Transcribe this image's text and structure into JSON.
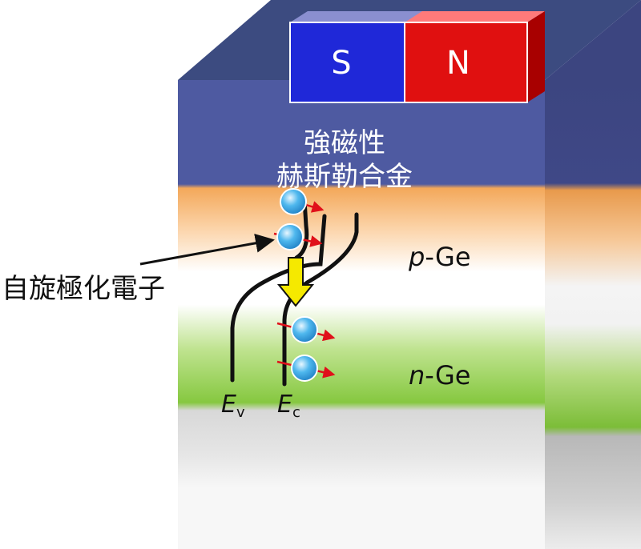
{
  "magnet": {
    "south_label": "S",
    "north_label": "N"
  },
  "ferromagnet": {
    "line1": "強磁性",
    "line2": "赫斯勒合金"
  },
  "layers": {
    "p_italic": "p",
    "p_suffix": "-Ge",
    "n_italic": "n",
    "n_suffix": "-Ge"
  },
  "callout": {
    "label": "自旋極化電子"
  },
  "bands": {
    "valence_main": "E",
    "valence_sub": "v",
    "conduction_main": "E",
    "conduction_sub": "c"
  },
  "colors": {
    "top_face": "#3c4b80",
    "ferro_front": "#4e5aa1",
    "ferro_side": "#3f4887",
    "p_layer": "#f6b36b",
    "n_layer": "#8fcf4a",
    "substrate": "#c9c9c9",
    "magnet_s": "#1f28d8",
    "magnet_n": "#e01010",
    "electron": "#39a9e6",
    "spin_arrow": "#e0101a",
    "flow_arrow": "#f5e900"
  }
}
